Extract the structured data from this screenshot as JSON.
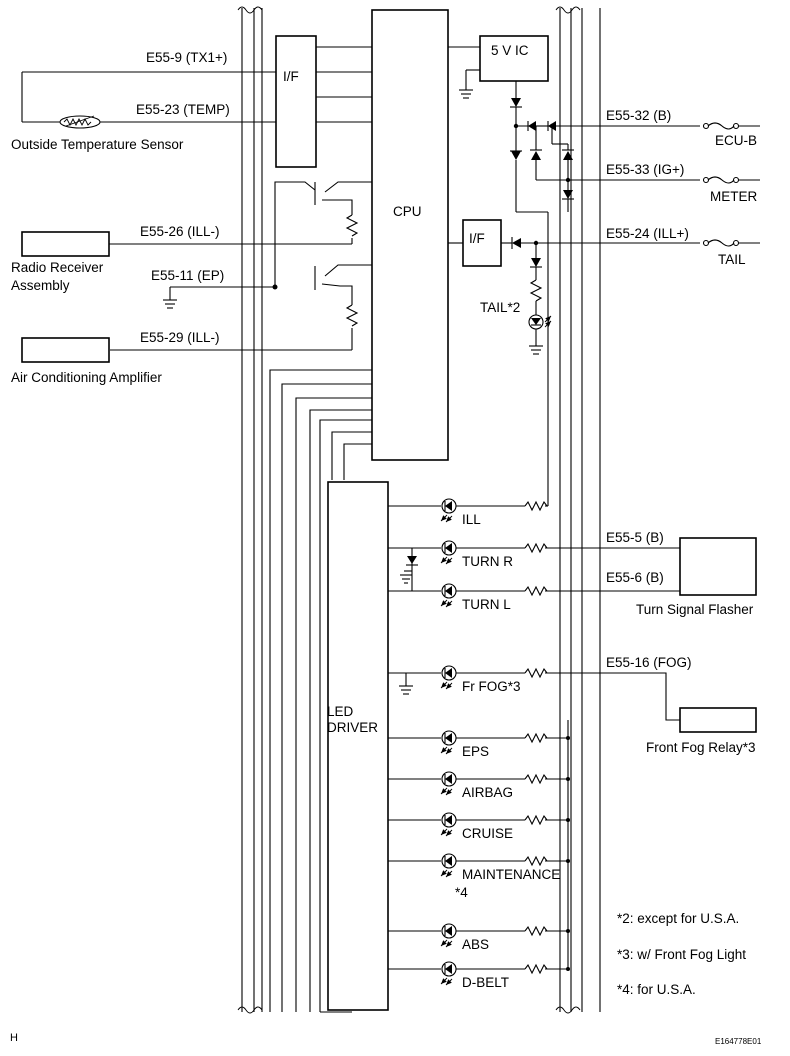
{
  "blocks": {
    "if_top": "I/F",
    "cpu": "CPU",
    "vic": "5 V IC",
    "if_tail": "I/F",
    "led_driver": [
      "LED",
      "DRIVER"
    ]
  },
  "terminals": {
    "tx1": "E55-9 (TX1+)",
    "temp": "E55-23 (TEMP)",
    "ill_radio": "E55-26 (ILL-)",
    "ep": "E55-11 (EP)",
    "ill_ac": "E55-29 (ILL-)",
    "b32": "E55-32 (B)",
    "ig33": "E55-33 (IG+)",
    "ill24": "E55-24 (ILL+)",
    "b5": "E55-5 (B)",
    "b6": "E55-6 (B)",
    "fog16": "E55-16 (FOG)"
  },
  "fuses": {
    "ecub": "ECU-B",
    "meter": "METER",
    "tail": "TAIL"
  },
  "components": {
    "temp_sensor": "Outside Temperature Sensor",
    "radio": [
      "Radio Receiver",
      "Assembly"
    ],
    "ac_amp": "Air Conditioning Amplifier",
    "flasher": "Turn Signal Flasher",
    "fog_relay": "Front Fog Relay*3",
    "tail_lamp": "TAIL*2"
  },
  "indicators": [
    "ILL",
    "TURN R",
    "TURN L",
    "Fr FOG*3",
    "EPS",
    "AIRBAG",
    "CRUISE",
    "MAINTENANCE",
    "ABS",
    "D-BELT"
  ],
  "indicator_sub": "*4",
  "notes": [
    "*2: except for U.S.A.",
    "*3: w/ Front Fog Light",
    "*4: for U.S.A."
  ],
  "footer": {
    "left": "H",
    "right": "E164778E01"
  }
}
